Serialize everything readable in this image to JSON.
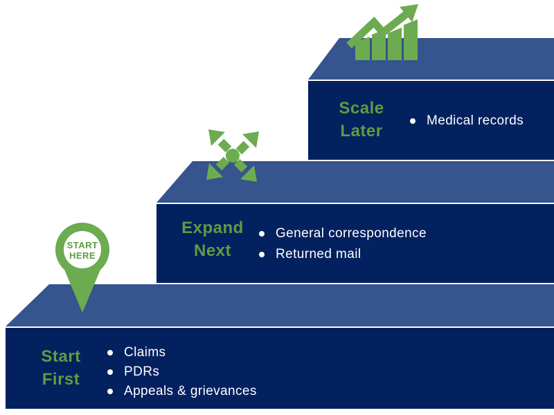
{
  "diagram": {
    "type": "staircase-roadmap",
    "steps": [
      {
        "title_line1": "Start",
        "title_line2": "First",
        "icon": "location-pin-icon",
        "items": [
          "Claims",
          "PDRs",
          "Appeals & grievances"
        ]
      },
      {
        "title_line1": "Expand",
        "title_line2": "Next",
        "icon": "expand-arrows-icon",
        "items": [
          "General correspondence",
          "Returned mail"
        ]
      },
      {
        "title_line1": "Scale",
        "title_line2": "Later",
        "icon": "growth-chart-icon",
        "items": [
          "Medical records"
        ]
      }
    ],
    "badge": {
      "line1": "START",
      "line2": "HERE"
    },
    "colors": {
      "step_front_navy": "#03215F",
      "step_top_blue": "#36548D",
      "accent_green": "#6CAB50",
      "title_green": "#5E9C40",
      "bullet_text": "#FFFFFF",
      "background": "#FFFFFF"
    }
  }
}
